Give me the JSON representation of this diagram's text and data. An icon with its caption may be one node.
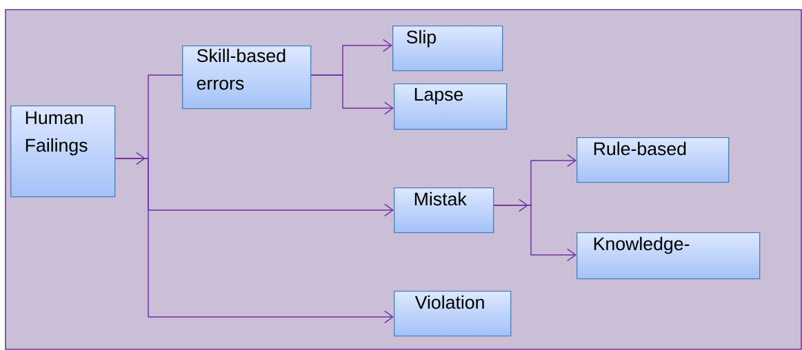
{
  "diagram": {
    "nodes": [
      {
        "text": [
          "Human Failings"
        ]
      },
      {
        "text": [
          "Skill-based errors"
        ]
      },
      {
        "text": [
          "Slip"
        ]
      },
      {
        "text": [
          "Lapse"
        ]
      },
      {
        "text": [
          "Mistak"
        ]
      },
      {
        "text": [
          "Rule-based"
        ]
      },
      {
        "text": [
          "Knowledge-"
        ]
      },
      {
        "text": [
          "Violation"
        ]
      }
    ],
    "edges": [
      {
        "from": 0,
        "to": 1,
        "arrow": "to"
      },
      {
        "from": 0,
        "to": 4,
        "arrow": "to"
      },
      {
        "from": 0,
        "to": 7,
        "arrow": "to"
      },
      {
        "from": 1,
        "to": 2,
        "arrow": "to"
      },
      {
        "from": 1,
        "to": 3,
        "arrow": "to"
      },
      {
        "from": 4,
        "to": 5,
        "arrow": "to"
      },
      {
        "from": 4,
        "to": 6,
        "arrow": "to"
      }
    ]
  }
}
